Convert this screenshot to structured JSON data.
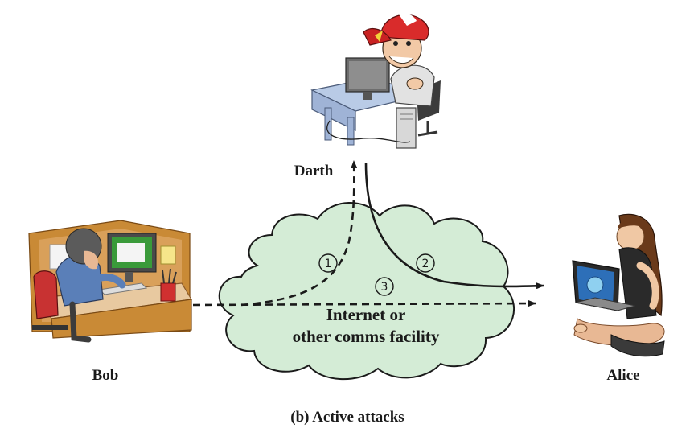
{
  "actors": {
    "darth": "Darth",
    "bob": "Bob",
    "alice": "Alice"
  },
  "cloud": {
    "line1": "Internet or",
    "line2": "other comms facility",
    "fill_color": "#d4ecd6"
  },
  "steps": {
    "one": "1",
    "two": "2",
    "three": "3"
  },
  "caption": "(b) Active attacks"
}
